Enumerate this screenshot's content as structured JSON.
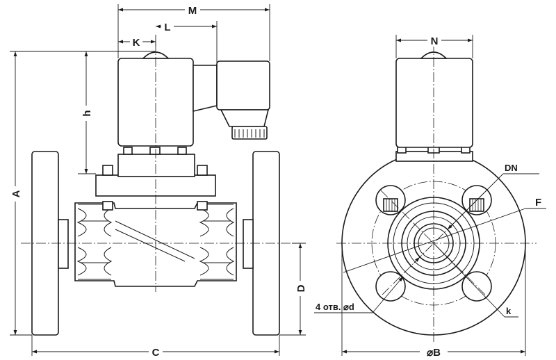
{
  "labels": {
    "M": "M",
    "L": "L",
    "K": "K",
    "h": "h",
    "A": "A",
    "C": "C",
    "D": "D",
    "N": "N",
    "DN": "DN",
    "F": "F",
    "holes": "4 отв. ⌀d",
    "k": "k",
    "B": "⌀B"
  }
}
